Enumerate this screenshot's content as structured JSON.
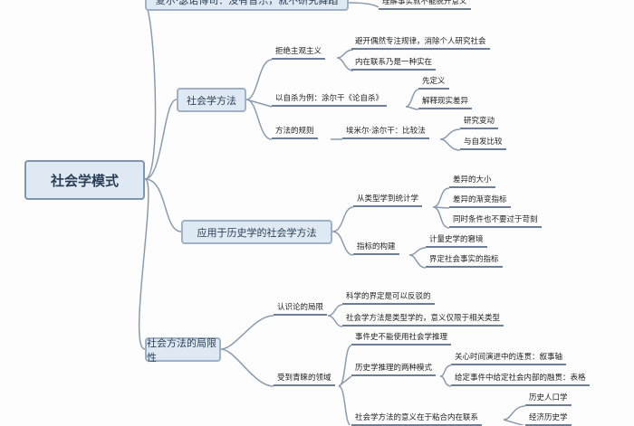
{
  "root": "社会学模式",
  "top": {
    "box": "夏尔·瑟诺博司：没有音乐，就不研究舞蹈",
    "leaf": "理解事实就不能脱开意义"
  },
  "method": {
    "box": "社会学方法",
    "a": "拒绝主观主义",
    "a1": "避开偶然专注规律，消除个人研究社会",
    "a2": "内在联系乃是一种实在",
    "b": "以自杀为例：涂尔干《论自杀》",
    "b1": "先定义",
    "b2": "解释现实差异",
    "c": "方法的规则",
    "c0": "埃米尔·涂尔干：比较法",
    "c1": "研究变动",
    "c2": "与自发比较"
  },
  "applied": {
    "box": "应用于历史学的社会学方法",
    "a": "从类型学到统计学",
    "a1": "差异的大小",
    "a2": "差异的渐变指标",
    "a3": "同时条件也不要过于苛刻",
    "b": "指标的构建",
    "b1": "计量史学的窘境",
    "b2": "界定社会事实的指标"
  },
  "limits": {
    "box": "社会方法的局限性",
    "a": "认识论的局限",
    "a1": "科学的界定是可以反驳的",
    "a2": "社会学方法是类型学的，意义仅限于相关类型",
    "b": "受到青睐的领域",
    "b1": "事件史不能使用社会学推理",
    "b2": "历史学推理的两种模式",
    "b21": "关心时间演进中的连贯：叙事轴",
    "b22": "给定事件中给定社会内部的融贯：表格",
    "b3": "社会学方法的意义在于粘合内在联系",
    "b31": "历史人口学",
    "b32": "经济历史学"
  }
}
